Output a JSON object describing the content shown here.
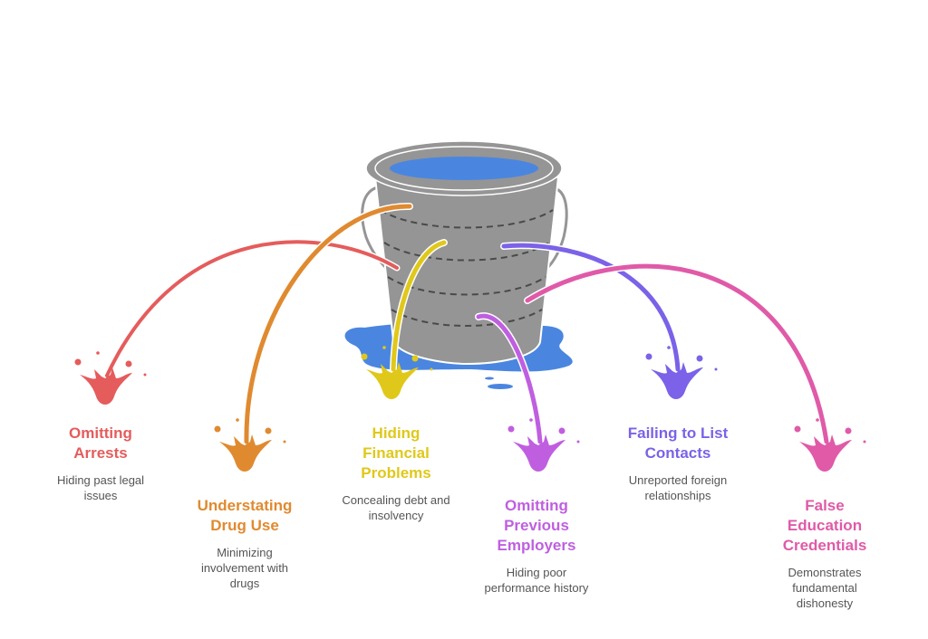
{
  "diagram": {
    "central_element": "leaking-bucket",
    "colors": {
      "bucket": "#959595",
      "water": "#4a86e0",
      "dashed_lines": "#4a4a4a",
      "description_text": "#555555"
    },
    "items": [
      {
        "id": "omitting-arrests",
        "title": "Omitting Arrests",
        "title_lines": [
          "Omitting",
          "Arrests"
        ],
        "description_lines": [
          "Hiding past legal",
          "issues"
        ],
        "color": "#e55c5c"
      },
      {
        "id": "understating-drug-use",
        "title": "Understating Drug Use",
        "title_lines": [
          "Understating",
          "Drug Use"
        ],
        "description_lines": [
          "Minimizing",
          "involvement with",
          "drugs"
        ],
        "color": "#e08a30"
      },
      {
        "id": "hiding-financial-problems",
        "title": "Hiding Financial Problems",
        "title_lines": [
          "Hiding",
          "Financial",
          "Problems"
        ],
        "description_lines": [
          "Concealing debt and",
          "insolvency"
        ],
        "color": "#e0c81a"
      },
      {
        "id": "omitting-previous-employers",
        "title": "Omitting Previous Employers",
        "title_lines": [
          "Omitting",
          "Previous",
          "Employers"
        ],
        "description_lines": [
          "Hiding poor",
          "performance history"
        ],
        "color": "#bf5fe0"
      },
      {
        "id": "failing-to-list-contacts",
        "title": "Failing to List Contacts",
        "title_lines": [
          "Failing to List",
          "Contacts"
        ],
        "description_lines": [
          "Unreported foreign",
          "relationships"
        ],
        "color": "#7b62e8"
      },
      {
        "id": "false-education-credentials",
        "title": "False Education Credentials",
        "title_lines": [
          "False",
          "Education",
          "Credentials"
        ],
        "description_lines": [
          "Demonstrates",
          "fundamental",
          "dishonesty"
        ],
        "color": "#e05aa8"
      }
    ]
  }
}
